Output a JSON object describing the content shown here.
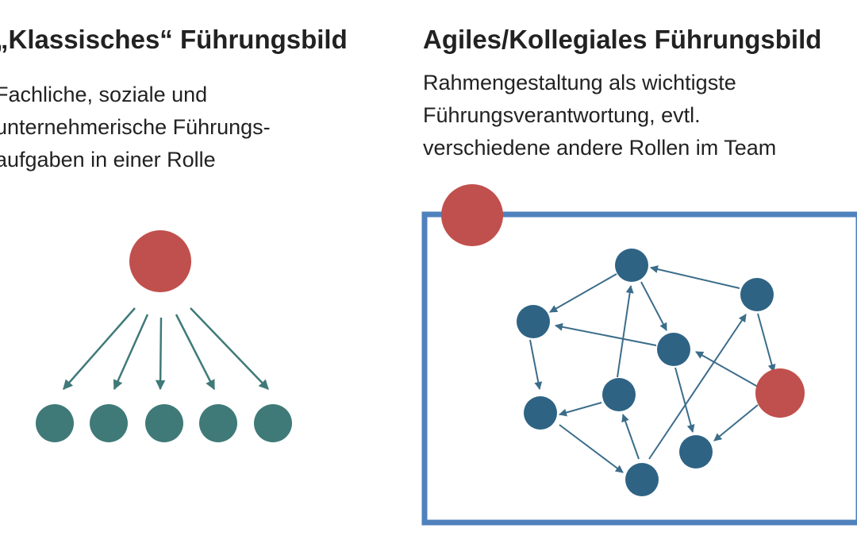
{
  "left": {
    "heading": "„Klassisches“ Führungsbild",
    "description_lines": [
      "Fachliche, soziale und",
      "unternehmerische Führungs-",
      "aufgaben in einer Rolle"
    ]
  },
  "right": {
    "heading": "Agiles/Kollegiales Führungsbild",
    "description_lines": [
      "Rahmengestaltung als wichtigste",
      "Führungsverantwortung, evtl.",
      "verschiedene andere Rollen im Team"
    ]
  },
  "colors": {
    "leader": "#c0504d",
    "classic_member": "#3f7a78",
    "team_member": "#2e6384",
    "classic_arrow": "#3f7a78",
    "team_arrow": "#3b6d8a",
    "frame": "#4f81bd"
  },
  "classic_diagram": {
    "leader_count": 1,
    "member_count": 5
  },
  "team_diagram": {
    "leader_count": 1,
    "member_count": 9,
    "has_frame": true
  }
}
